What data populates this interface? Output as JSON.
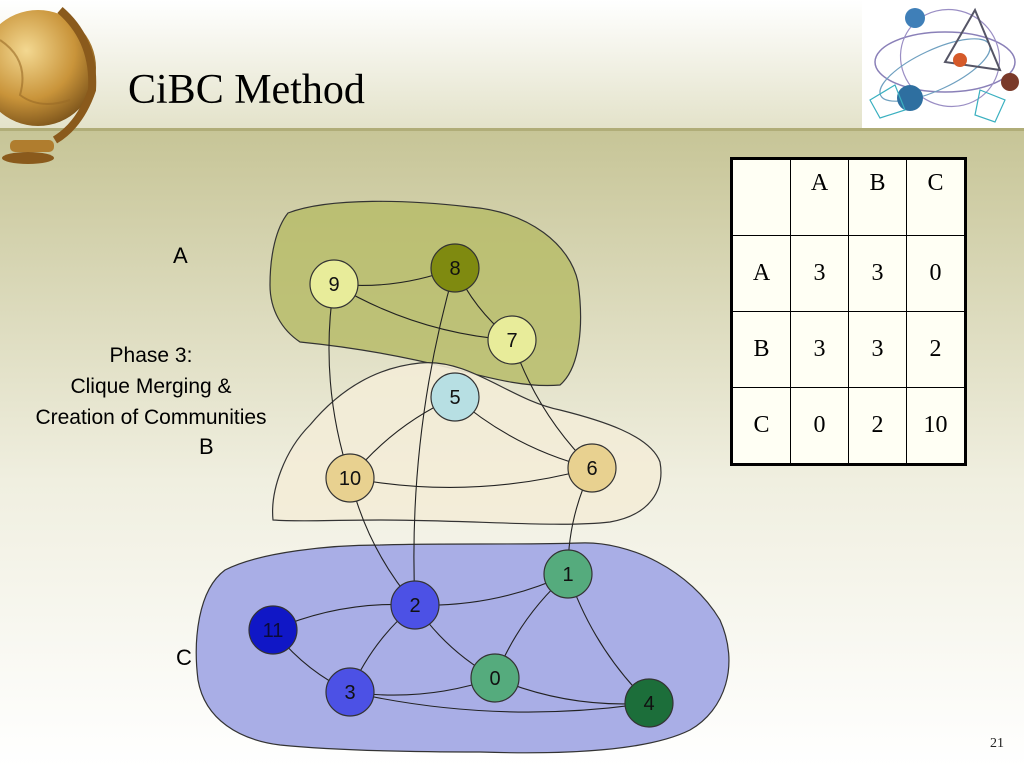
{
  "slide": {
    "title": "CiBC Method",
    "page_number": "21"
  },
  "labels": {
    "group_a": "A",
    "group_b": "B",
    "group_c": "C",
    "phase_line1": "Phase 3:",
    "phase_line2": "Clique Merging &",
    "phase_line3": "Creation of Communities"
  },
  "colors": {
    "community_a": "#b7bc6a",
    "community_b": "#f3ecd7",
    "community_c": "#a9aee6",
    "node_light_yellow": "#e8ec9a",
    "node_olive": "#7f8a10",
    "node_light_cyan": "#b7dfe3",
    "node_tan": "#e8d190",
    "node_blue": "#4c51e5",
    "node_dark_blue": "#1017c6",
    "node_green": "#55ab7d",
    "node_dark_green": "#1c6e3a"
  },
  "graph": {
    "nodes": [
      {
        "id": "9",
        "label": "9",
        "community": "A",
        "color": "node_light_yellow"
      },
      {
        "id": "8",
        "label": "8",
        "community": "A",
        "color": "node_olive"
      },
      {
        "id": "7",
        "label": "7",
        "community": "A",
        "color": "node_light_yellow"
      },
      {
        "id": "5",
        "label": "5",
        "community": "B",
        "color": "node_light_cyan"
      },
      {
        "id": "6",
        "label": "6",
        "community": "B",
        "color": "node_tan"
      },
      {
        "id": "10",
        "label": "10",
        "community": "B",
        "color": "node_tan"
      },
      {
        "id": "1",
        "label": "1",
        "community": "C",
        "color": "node_green"
      },
      {
        "id": "2",
        "label": "2",
        "community": "C",
        "color": "node_blue"
      },
      {
        "id": "11",
        "label": "11",
        "community": "C",
        "color": "node_dark_blue"
      },
      {
        "id": "3",
        "label": "3",
        "community": "C",
        "color": "node_blue"
      },
      {
        "id": "0",
        "label": "0",
        "community": "C",
        "color": "node_green"
      },
      {
        "id": "4",
        "label": "4",
        "community": "C",
        "color": "node_dark_green"
      }
    ],
    "edges": [
      [
        "9",
        "8"
      ],
      [
        "9",
        "7"
      ],
      [
        "8",
        "7"
      ],
      [
        "9",
        "10"
      ],
      [
        "8",
        "2"
      ],
      [
        "7",
        "6"
      ],
      [
        "5",
        "10"
      ],
      [
        "5",
        "6"
      ],
      [
        "10",
        "6"
      ],
      [
        "6",
        "1"
      ],
      [
        "10",
        "2"
      ],
      [
        "2",
        "1"
      ],
      [
        "2",
        "11"
      ],
      [
        "2",
        "3"
      ],
      [
        "2",
        "0"
      ],
      [
        "11",
        "3"
      ],
      [
        "1",
        "0"
      ],
      [
        "1",
        "4"
      ],
      [
        "3",
        "0"
      ],
      [
        "3",
        "4"
      ],
      [
        "0",
        "4"
      ]
    ]
  },
  "matrix": {
    "header": [
      "",
      "A",
      "B",
      "C"
    ],
    "rows": [
      [
        "A",
        "3",
        "3",
        "0"
      ],
      [
        "B",
        "3",
        "3",
        "2"
      ],
      [
        "C",
        "0",
        "2",
        "10"
      ]
    ]
  }
}
